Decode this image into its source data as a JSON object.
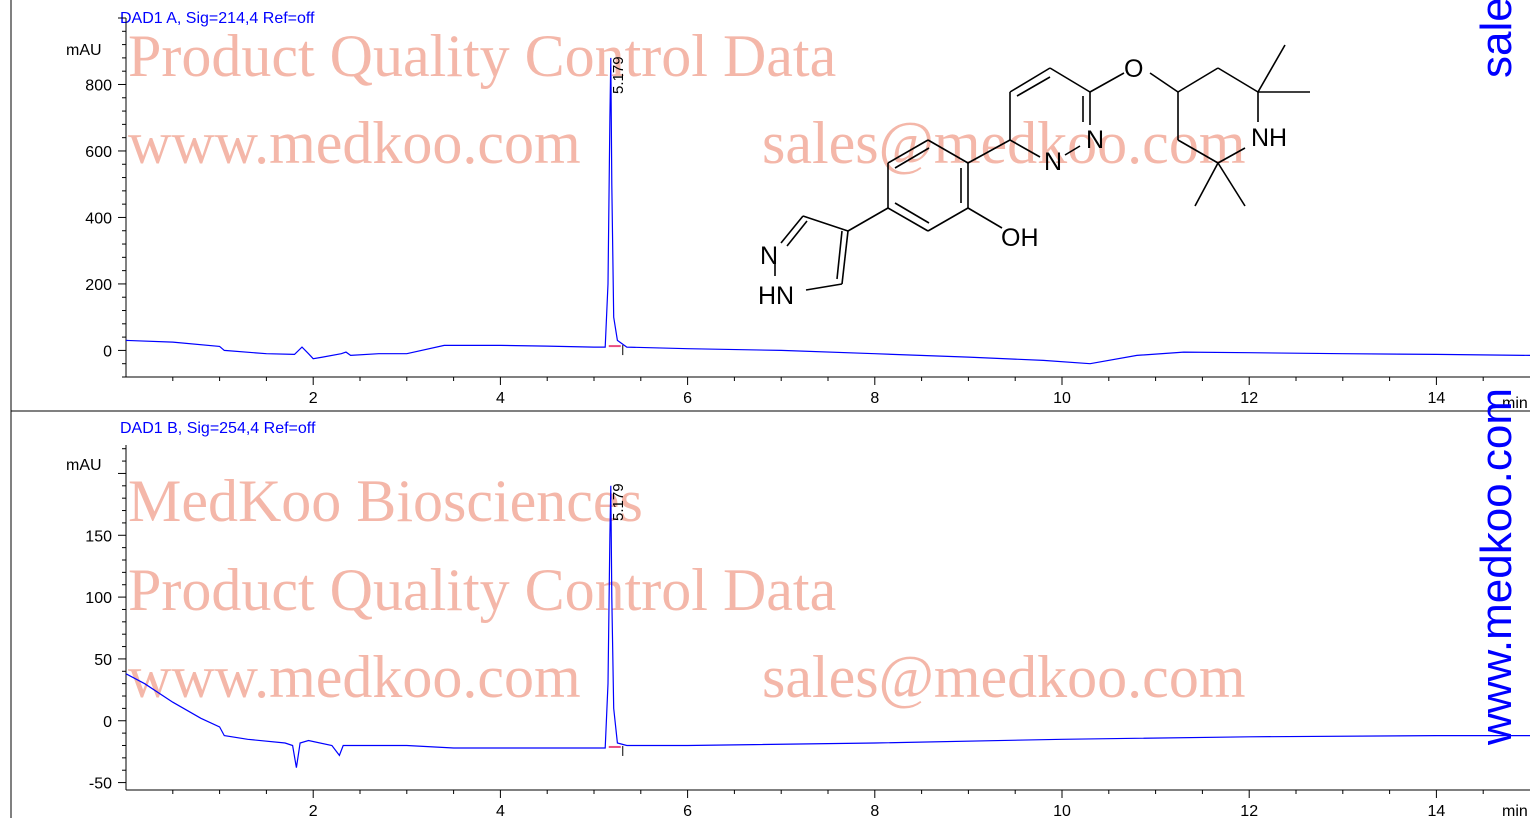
{
  "chart_data": [
    {
      "type": "line",
      "title": "DAD1 A, Sig=214,4 Ref=off",
      "ylabel": "mAU",
      "xlabel": "min",
      "xlim": [
        0,
        15
      ],
      "ylim": [
        -80,
        1000
      ],
      "x_ticks": [
        2,
        4,
        6,
        8,
        10,
        12,
        14
      ],
      "y_ticks": [
        0,
        200,
        400,
        600,
        800
      ],
      "peak_labels": [
        {
          "x": 5.179,
          "label": "5.179"
        }
      ],
      "series": [
        {
          "x": [
            0,
            0.5,
            1.0,
            1.05,
            1.5,
            1.8,
            1.88,
            1.95,
            2.0,
            2.1,
            2.3,
            2.35,
            2.4,
            2.7,
            3.0,
            3.4,
            4.0,
            4.5,
            5.0,
            5.12,
            5.15,
            5.17,
            5.179,
            5.19,
            5.21,
            5.25,
            5.35,
            6.0,
            7.0,
            8.0,
            9.0,
            9.8,
            10.3,
            10.8,
            11.3,
            12.0,
            13.0,
            14.0,
            15.0
          ],
          "y": [
            30,
            25,
            12,
            0,
            -10,
            -12,
            10,
            -10,
            -25,
            -20,
            -10,
            -5,
            -15,
            -10,
            -10,
            15,
            15,
            13,
            10,
            10,
            200,
            700,
            880,
            500,
            100,
            30,
            10,
            5,
            0,
            -10,
            -20,
            -30,
            -40,
            -15,
            -5,
            -7,
            -10,
            -12,
            -15
          ]
        }
      ]
    },
    {
      "type": "line",
      "title": "DAD1 B, Sig=254,4 Ref=off",
      "ylabel": "mAU",
      "xlabel": "min",
      "xlim": [
        0,
        15
      ],
      "ylim": [
        -56,
        223
      ],
      "x_ticks": [
        2,
        4,
        6,
        8,
        10,
        12,
        14
      ],
      "y_ticks": [
        -50,
        0,
        50,
        100,
        150
      ],
      "peak_labels": [
        {
          "x": 5.179,
          "label": "5.179"
        }
      ],
      "series": [
        {
          "x": [
            0,
            0.2,
            0.5,
            0.8,
            1.0,
            1.05,
            1.3,
            1.7,
            1.78,
            1.82,
            1.86,
            1.95,
            2.2,
            2.28,
            2.32,
            2.36,
            2.5,
            3.0,
            3.5,
            4.0,
            4.5,
            5.0,
            5.12,
            5.15,
            5.17,
            5.179,
            5.19,
            5.21,
            5.25,
            5.35,
            6.0,
            8.0,
            10.0,
            12.0,
            14.0,
            15.0
          ],
          "y": [
            38,
            30,
            15,
            2,
            -5,
            -12,
            -15,
            -18,
            -20,
            -38,
            -18,
            -16,
            -20,
            -28,
            -20,
            -20,
            -20,
            -20,
            -22,
            -22,
            -22,
            -22,
            -22,
            30,
            150,
            190,
            100,
            10,
            -18,
            -20,
            -20,
            -18,
            -15,
            -13,
            -12,
            -12
          ]
        }
      ]
    }
  ],
  "molecule_labels": {
    "o": "O",
    "n1": "N",
    "n2": "N",
    "nh": "NH",
    "oh": "OH",
    "pz_n": "N",
    "pz_hn": "HN"
  },
  "watermarks": {
    "top_line1": "Product Quality Control Data",
    "top_line2_a": "www.medkoo.com",
    "top_line2_b": "sales@medkoo.com",
    "bottom_line1": "MedKoo Biosciences",
    "bottom_line2": "Product Quality Control Data",
    "bottom_line3_a": "www.medkoo.com",
    "bottom_line3_b": "sales@medkoo.com"
  },
  "side_text": {
    "website": "www.medkoo.com",
    "sales": "sales"
  },
  "colors": {
    "trace": "#0000ff",
    "baseline_fill": "#e0004a",
    "watermark": "#f4b7a9",
    "title": "#0000ff"
  }
}
